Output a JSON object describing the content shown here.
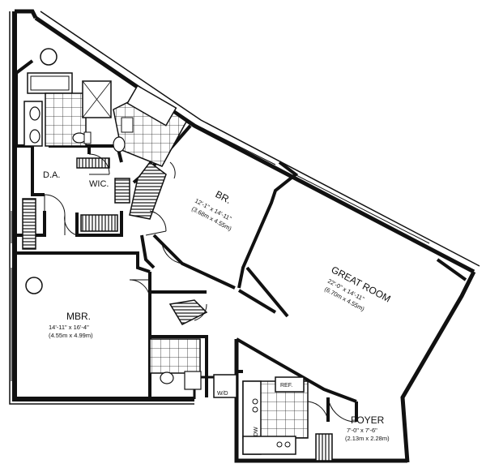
{
  "rooms": {
    "great_room": {
      "name": "GREAT ROOM",
      "dim_imperial": "22'-0\" x 14'-11\"",
      "dim_metric": "(6.70m x 4.55m)"
    },
    "bedroom": {
      "name": "BR.",
      "dim_imperial": "12'-1\" x 14'-11\"",
      "dim_metric": "(3.68m x 4.55m)"
    },
    "master_bedroom": {
      "name": "MBR.",
      "dim_imperial": "14'-11\" x 16'-4\"",
      "dim_metric": "(4.55m x 4.99m)"
    },
    "foyer": {
      "name": "FOYER",
      "dim_imperial": "7'-0\" x 7'-6\"",
      "dim_metric": "(2.13m x 2.28m)"
    },
    "dressing_area": {
      "name": "D.A."
    },
    "walk_in_closet": {
      "name": "WIC."
    }
  },
  "fixtures": {
    "refrigerator": "REF.",
    "washer_dryer": "W/D",
    "dishwasher": "DW"
  }
}
